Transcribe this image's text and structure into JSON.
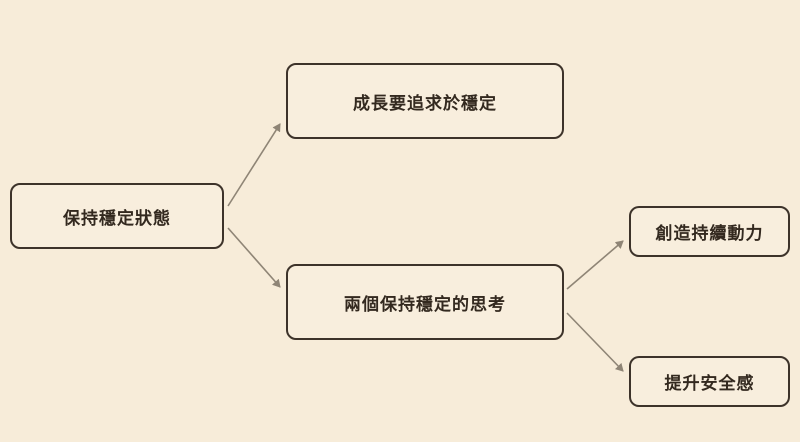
{
  "diagram": {
    "type": "mindmap",
    "background_color": "#f7ecd9",
    "node_fill_color": "#f8eedd",
    "node_border_color": "#3d332a",
    "text_color": "#33291f",
    "arrow_color": "#8f8576",
    "nodes": [
      {
        "id": "keep-stable-state",
        "label": "保持穩定狀態"
      },
      {
        "id": "growth-pursue-stability",
        "label": "成長要追求於穩定"
      },
      {
        "id": "two-thoughts-on-stability",
        "label": "兩個保持穩定的思考"
      },
      {
        "id": "create-lasting-motivation",
        "label": "創造持續動力"
      },
      {
        "id": "increase-sense-of-safety",
        "label": "提升安全感"
      }
    ],
    "edges": [
      {
        "from": "keep-stable-state",
        "to": "growth-pursue-stability"
      },
      {
        "from": "keep-stable-state",
        "to": "two-thoughts-on-stability"
      },
      {
        "from": "two-thoughts-on-stability",
        "to": "create-lasting-motivation"
      },
      {
        "from": "two-thoughts-on-stability",
        "to": "increase-sense-of-safety"
      }
    ]
  }
}
